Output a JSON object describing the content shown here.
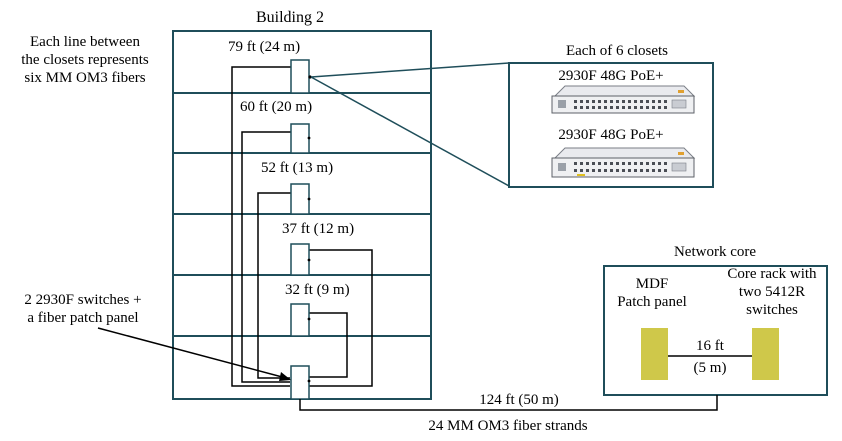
{
  "building": {
    "title": "Building 2",
    "floor_links": [
      {
        "label": "79 ft (24 m)"
      },
      {
        "label": "60 ft (20 m)"
      },
      {
        "label": "52 ft (13 m)"
      },
      {
        "label": "37 ft (12 m)"
      },
      {
        "label": "32 ft (9 m)"
      }
    ]
  },
  "notes": {
    "fiber_note": [
      "Each line between",
      "the closets represents",
      "six MM OM3 fibers"
    ],
    "mdf_note": [
      "2 2930F switches +",
      "a fiber patch panel"
    ]
  },
  "closet_callout": {
    "title": "Each of 6 closets",
    "switches": [
      {
        "model": "2930F 48G PoE+"
      },
      {
        "model": "2930F 48G PoE+"
      }
    ]
  },
  "network_core": {
    "title": "Network core",
    "mdf_label": [
      "MDF",
      "Patch panel"
    ],
    "core_rack_label": [
      "Core rack with",
      "two 5412R",
      "switches"
    ],
    "link_label": [
      "16 ft",
      "(5 m)"
    ],
    "panel_color": "#cfc84a"
  },
  "uplink": {
    "distance": "124 ft (50 m)",
    "description": "24 MM OM3 fiber strands"
  },
  "colors": {
    "frame": "#1f4e5a",
    "line": "#000000"
  }
}
